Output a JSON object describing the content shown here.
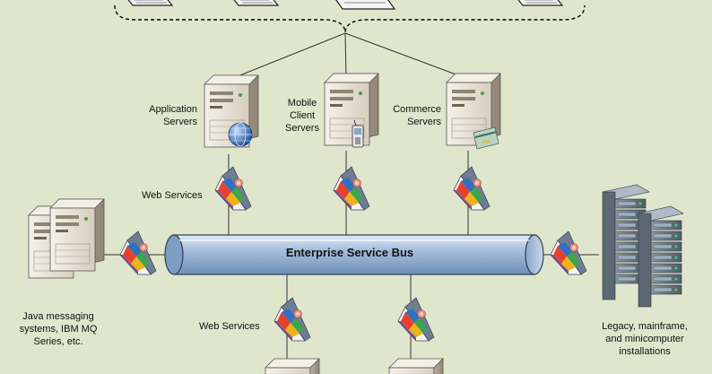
{
  "bus": {
    "label": "Enterprise Service Bus"
  },
  "labels": {
    "application_servers": "Application\nServers",
    "mobile_client_servers": "Mobile\nClient\nServers",
    "commerce_servers": "Commerce\nServers",
    "web_services_top": "Web Services",
    "web_services_bottom": "Web Services",
    "java_messaging": "Java messaging\nsystems, IBM MQ\nSeries, etc.",
    "legacy": "Legacy, mainframe,\nand minicomputer\ninstallations"
  },
  "colors": {
    "background": "#dfe6cc",
    "bus_fill": "#9fb8d8",
    "server_body": "#ece6da",
    "connector": "#333333"
  },
  "icons": {
    "server": "tower-server-icon",
    "globe": "globe-icon",
    "phone": "mobile-phone-icon",
    "card": "credit-card-icon",
    "adapter": "web-service-adapter-icon",
    "rack": "server-rack-icon",
    "laptop": "laptop-icon"
  }
}
